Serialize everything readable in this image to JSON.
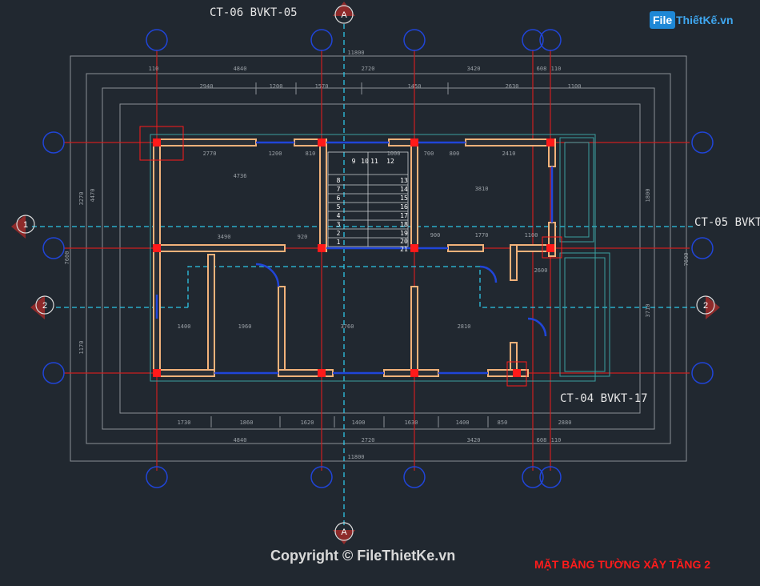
{
  "logo": {
    "brand": "File",
    "name": "ThiếtKế.vn"
  },
  "footer": {
    "copyright": "Copyright © FileThietKe.vn"
  },
  "title": "MẶT BẰNG TƯỜNG XÂY TẦNG 2",
  "refs": {
    "top_left": "CT-06 BVKT-05",
    "right": "CT-05 BVKT",
    "bottom_right": "CT-04 BVKT-17"
  },
  "section_marks": {
    "a": "A",
    "one": "1",
    "two": "2"
  },
  "dimensions": {
    "overall_top": "11800",
    "overall_bottom": "11800",
    "row2": [
      "110",
      "4840",
      "2720",
      "3420",
      "608",
      "110"
    ],
    "row3": [
      "2940",
      "1200",
      "1570",
      "1450",
      "2630",
      "1100"
    ],
    "inner_top": [
      "2770",
      "810",
      "1200",
      "1000",
      "700",
      "800",
      "2410"
    ],
    "bottom_row1": [
      "1730",
      "1860",
      "1620",
      "1400",
      "1630",
      "1400",
      "850",
      "2880"
    ],
    "bottom_row2": [
      "4840",
      "2720",
      "3420",
      "608",
      "110"
    ],
    "left_col": [
      "4470",
      "3270",
      "7600",
      "1170"
    ],
    "right_col": [
      "1800",
      "7600",
      "3710"
    ],
    "interior": [
      "4736",
      "3490",
      "920",
      "1400",
      "1960",
      "3760",
      "2810",
      "3810",
      "1770",
      "1100",
      "2600",
      "900"
    ]
  },
  "stair_numbers": {
    "left": [
      "8",
      "7",
      "6",
      "5",
      "4",
      "3",
      "2",
      "1"
    ],
    "right": [
      "13",
      "14",
      "15",
      "16",
      "17",
      "18",
      "19",
      "20",
      "21"
    ],
    "top": [
      "9",
      "10",
      "11",
      "12"
    ]
  },
  "colors": {
    "background": "#212830",
    "wall": "#f2b27a",
    "column": "#ff1a1a",
    "grid": "#cc1f1f",
    "blue": "#2045d8",
    "cyan": "#2ec6e6",
    "dim": "#9aa0a6"
  }
}
